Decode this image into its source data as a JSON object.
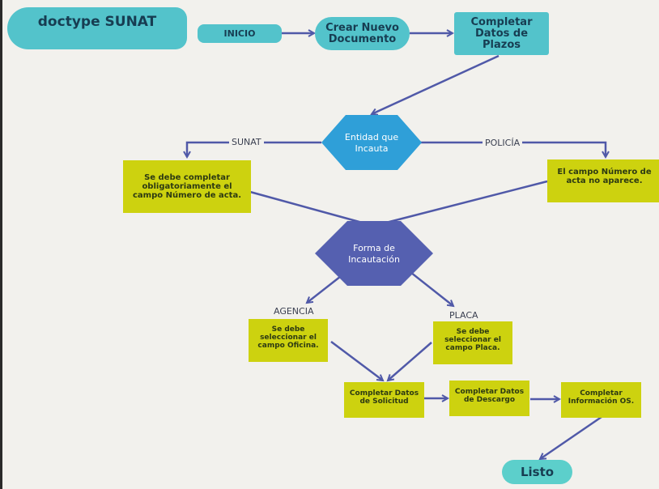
{
  "title": "doctype SUNAT",
  "colors": {
    "teal": "#53c3cb",
    "yellow": "#cdd20f",
    "blue_diamond": "#2f9fd8",
    "purple_diamond": "#5560b0",
    "edge": "#5059a8",
    "background": "#f2f1ed"
  },
  "nodes": {
    "inicio": "INICIO",
    "crear_doc": [
      "Crear Nuevo",
      "Documento"
    ],
    "completar_plazos": [
      "Completar",
      "Datos de",
      "Plazos"
    ],
    "entidad": [
      "Entidad que",
      "Incauta"
    ],
    "sunat_box": [
      "Se debe completar",
      "obligatoriamente el",
      "campo Número de acta."
    ],
    "policia_box": [
      "El campo Número de",
      "acta no aparece."
    ],
    "forma": [
      "Forma de",
      "Incautación"
    ],
    "agencia_box": [
      "Se debe",
      "seleccionar el",
      "campo Oficina."
    ],
    "placa_box": [
      "Se debe",
      "seleccionar el",
      "campo Placa."
    ],
    "solicitud": [
      "Completar Datos",
      "de Solicitud"
    ],
    "descargo": [
      "Completar Datos",
      "de Descargo"
    ],
    "info_os": [
      "Completar",
      "Información OS."
    ],
    "listo": "Listo"
  },
  "edge_labels": {
    "sunat": "SUNAT",
    "policia": "POLICÍA",
    "agencia": "AGENCIA",
    "placa": "PLACA"
  }
}
